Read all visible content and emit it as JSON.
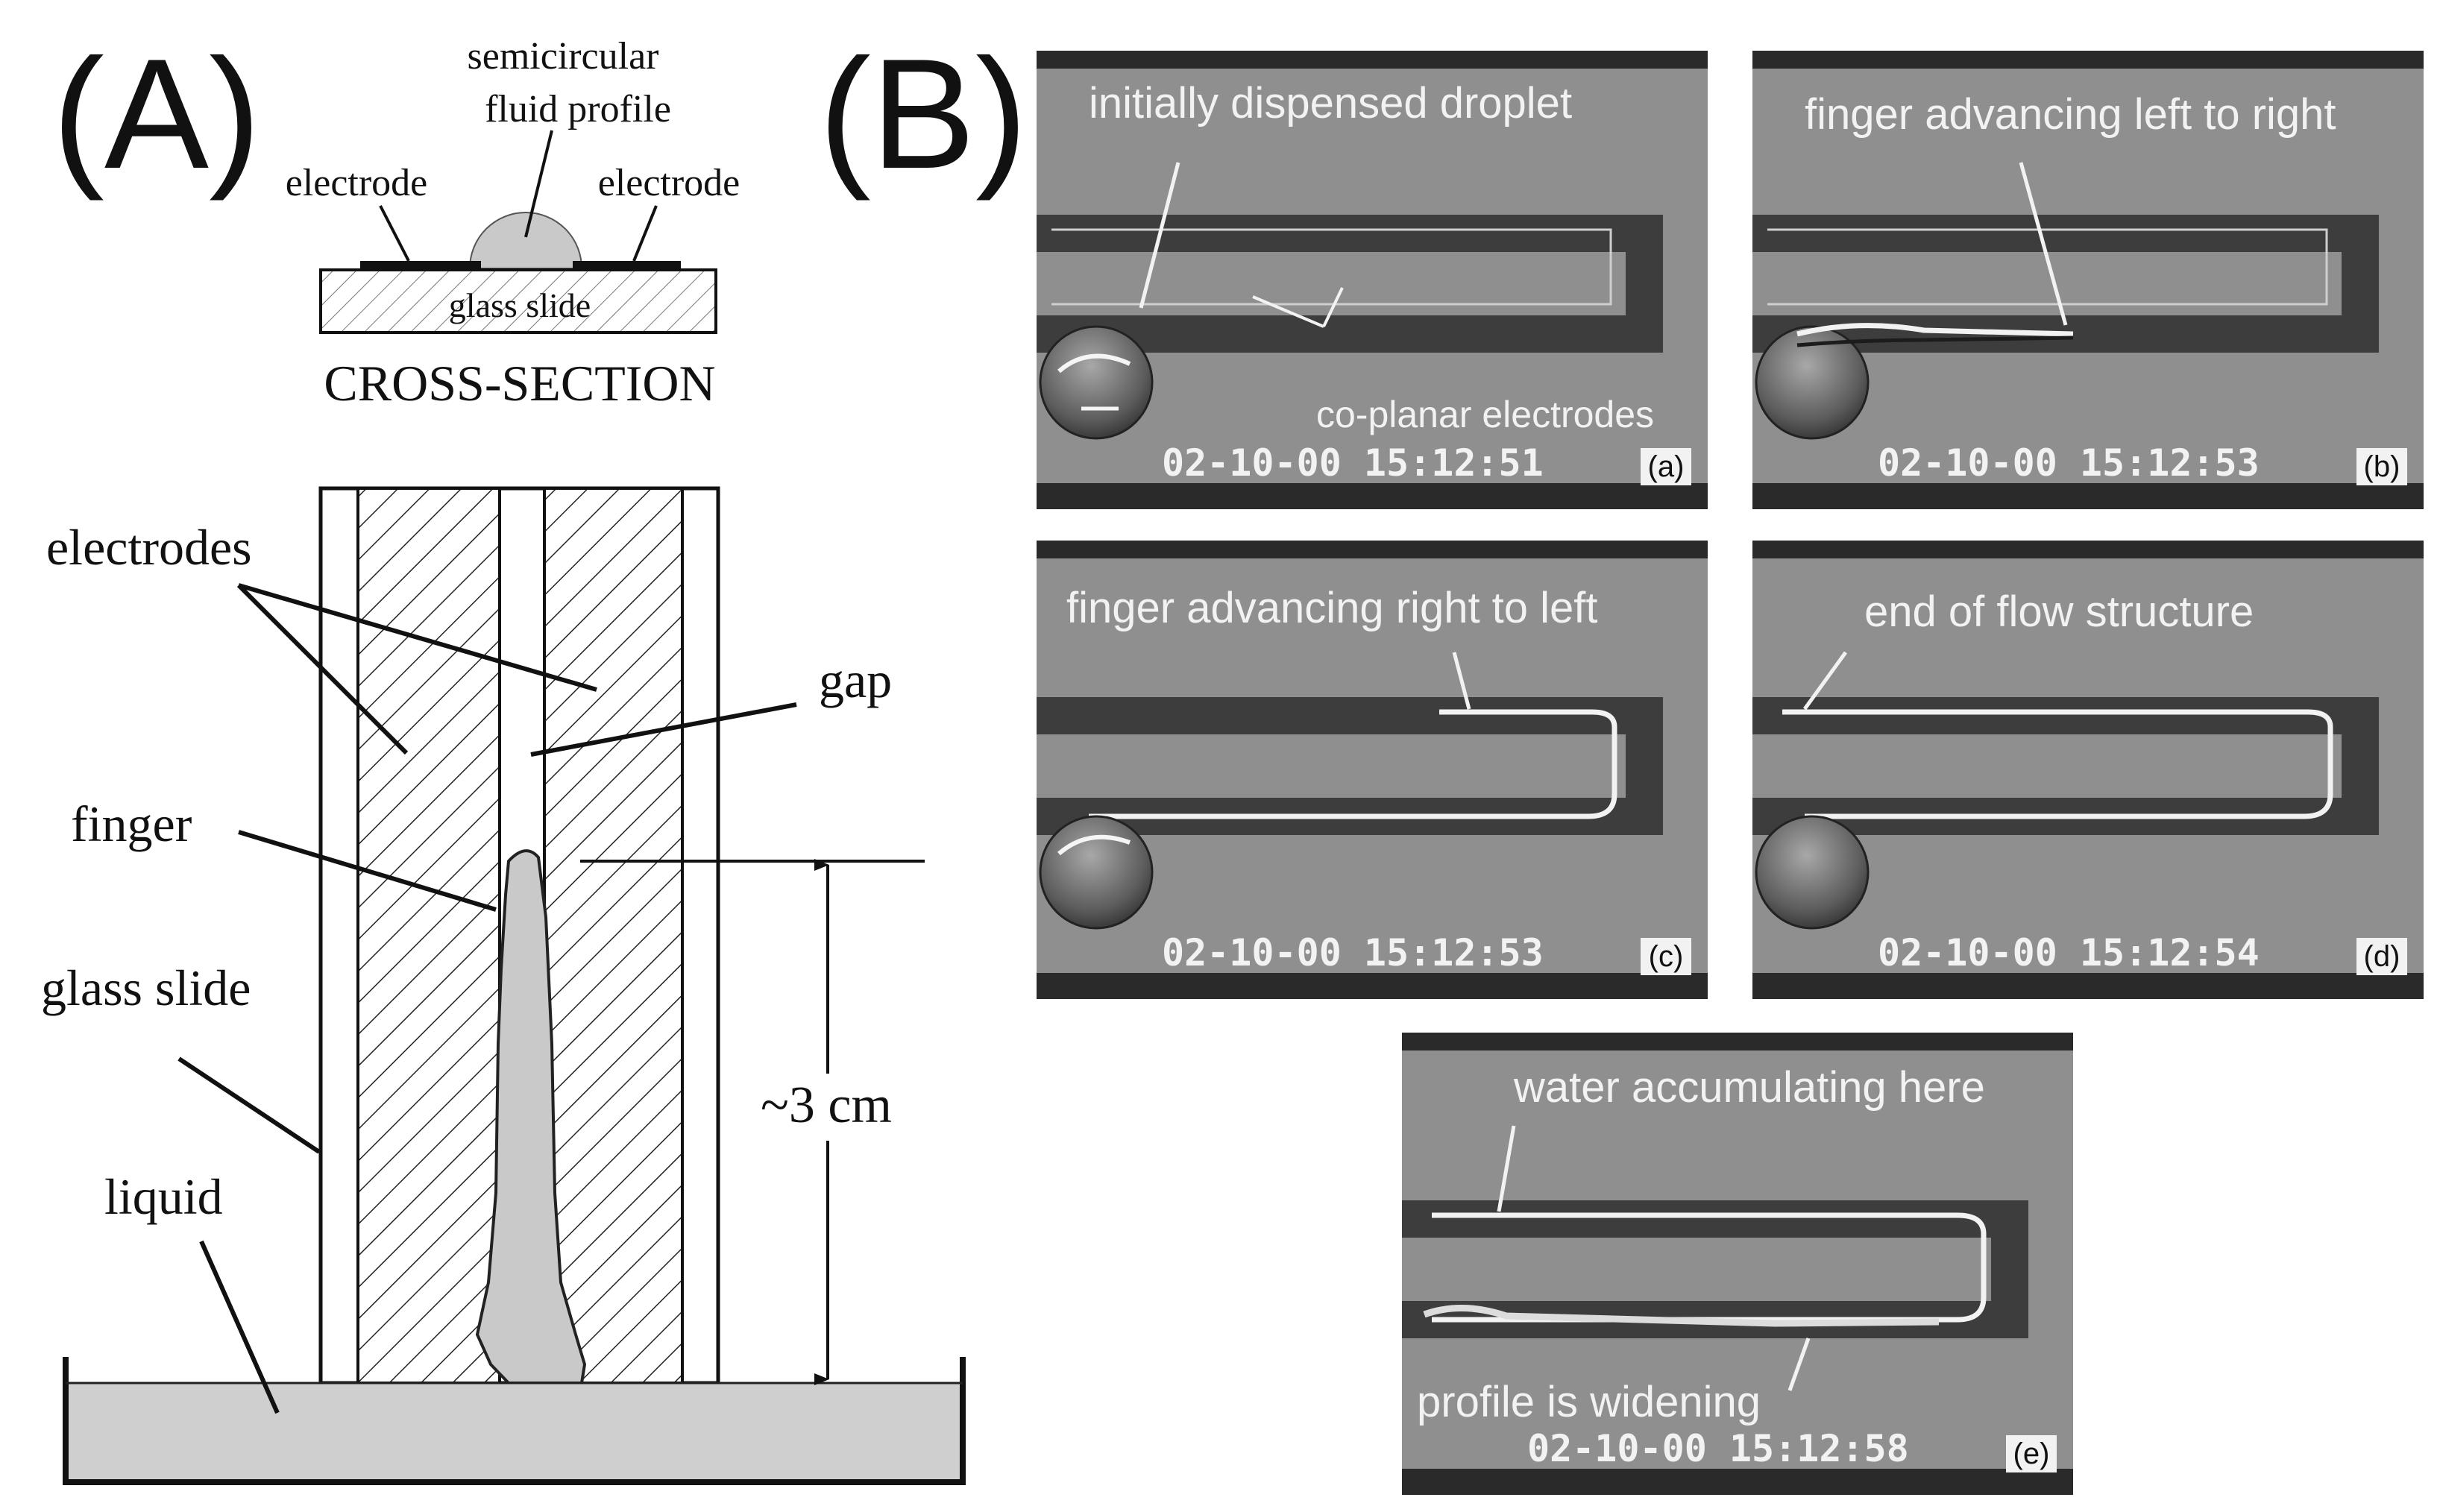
{
  "panel_a": {
    "label": "(A)",
    "cross_section": {
      "fluid_label_line1": "semicircular",
      "fluid_label_line2": "fluid profile",
      "electrode_left": "electrode",
      "electrode_right": "electrode",
      "slide_label": "glass slide",
      "caption": "CROSS-SECTION"
    },
    "main": {
      "electrodes": "electrodes",
      "gap": "gap",
      "finger": "finger",
      "glass_slide": "glass slide",
      "liquid": "liquid",
      "height": "~3 cm"
    }
  },
  "panel_b": {
    "label": "(B)",
    "frames": [
      {
        "tag": "(a)",
        "timestamp": "02-10-00 15:12:51",
        "callouts": [
          "initially dispensed droplet",
          "co-planar electrodes"
        ]
      },
      {
        "tag": "(b)",
        "timestamp": "02-10-00 15:12:53",
        "callouts": [
          "finger advancing left to right"
        ]
      },
      {
        "tag": "(c)",
        "timestamp": "02-10-00 15:12:53",
        "callouts": [
          "finger advancing right to left"
        ]
      },
      {
        "tag": "(d)",
        "timestamp": "02-10-00 15:12:54",
        "callouts": [
          "end of flow structure"
        ]
      },
      {
        "tag": "(e)",
        "timestamp": "02-10-00 15:12:58",
        "callouts": [
          "water accumulating here",
          "profile is widening"
        ]
      }
    ]
  },
  "colors": {
    "line": "#111111",
    "fluid_gray": "#cfcfcf",
    "photo_bg": "#8f8f8f",
    "photo_electrode": "#3d3d3d",
    "photo_text": "#f2f2f2"
  }
}
